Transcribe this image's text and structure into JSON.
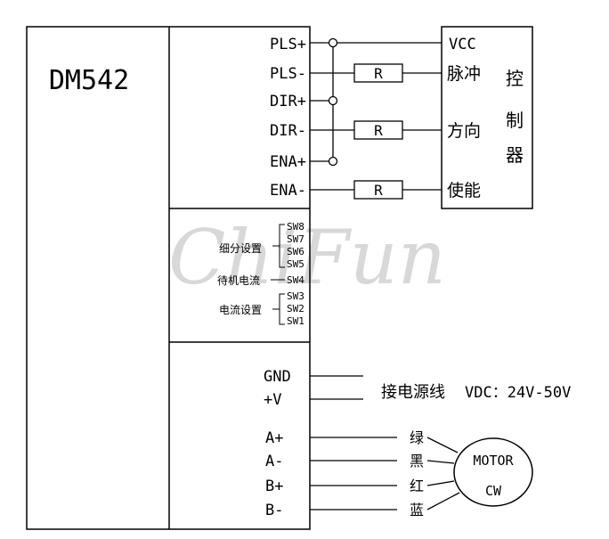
{
  "driver": {
    "model": "DM542",
    "signal_pins": [
      "PLS+",
      "PLS-",
      "DIR+",
      "DIR-",
      "ENA+",
      "ENA-"
    ],
    "switches": [
      "SW8",
      "SW7",
      "SW6",
      "SW5",
      "SW4",
      "SW3",
      "SW2",
      "SW1"
    ],
    "switch_groups": {
      "microstep": "细分设置",
      "standby_current": "待机电流",
      "current_setting": "电流设置"
    },
    "power_pins": [
      "GND",
      "+V"
    ],
    "motor_pins": [
      "A+",
      "A-",
      "B+",
      "B-"
    ]
  },
  "resistor_label": "R",
  "controller": {
    "vcc": "VCC",
    "pulse": "脉冲",
    "direction": "方向",
    "enable": "使能",
    "title_chars": [
      "控",
      "制",
      "器"
    ]
  },
  "power": {
    "label": "接电源线",
    "spec": "VDC：24V-50V"
  },
  "motor": {
    "label_top": "MOTOR",
    "label_bottom": "CW",
    "wire_colors": [
      "绿",
      "黑",
      "红",
      "蓝"
    ]
  },
  "watermark": "ChiFun"
}
